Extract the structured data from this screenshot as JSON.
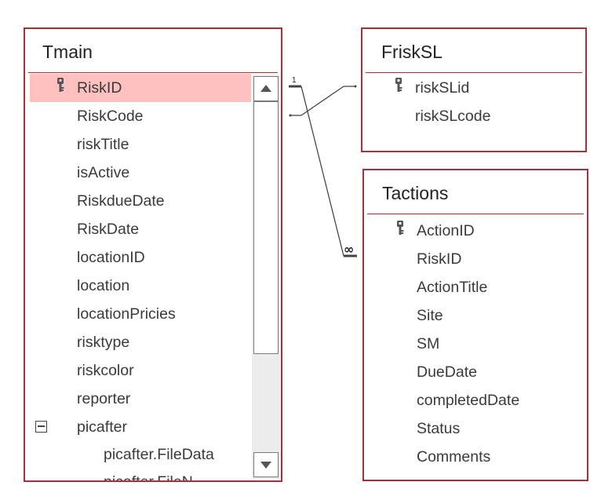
{
  "tables": {
    "tmain": {
      "title": "Tmain",
      "fields": [
        {
          "name": "RiskID",
          "key": true,
          "selected": true
        },
        {
          "name": "RiskCode"
        },
        {
          "name": "riskTitle"
        },
        {
          "name": "isActive"
        },
        {
          "name": "RiskdueDate"
        },
        {
          "name": "RiskDate"
        },
        {
          "name": "locationID"
        },
        {
          "name": "location"
        },
        {
          "name": "locationPricies"
        },
        {
          "name": "risktype"
        },
        {
          "name": "riskcolor"
        },
        {
          "name": "reporter"
        },
        {
          "name": "picafter",
          "expander": "collapse"
        },
        {
          "name": "picafter.FileData",
          "child": true
        },
        {
          "name": "picafter.FileN",
          "child": true,
          "partial": true
        }
      ]
    },
    "frisksl": {
      "title": "FriskSL",
      "fields": [
        {
          "name": "riskSLid",
          "key": true
        },
        {
          "name": "riskSLcode"
        }
      ]
    },
    "tactions": {
      "title": "Tactions",
      "fields": [
        {
          "name": "ActionID",
          "key": true
        },
        {
          "name": "RiskID"
        },
        {
          "name": "ActionTitle"
        },
        {
          "name": "Site"
        },
        {
          "name": "SM"
        },
        {
          "name": "DueDate"
        },
        {
          "name": "completedDate"
        },
        {
          "name": "Status"
        },
        {
          "name": "Comments"
        }
      ]
    }
  },
  "relationships": {
    "tmain_to_tactions": {
      "one_label": "1",
      "many_label": "∞"
    }
  },
  "colors": {
    "border": "#a8303a",
    "selected_row": "#ffc0c0",
    "line": "#444444"
  }
}
